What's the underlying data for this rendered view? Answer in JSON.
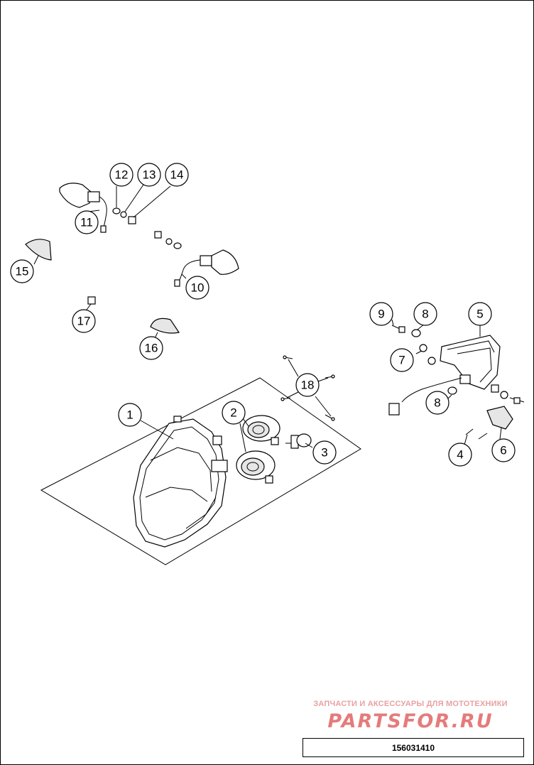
{
  "diagram_code": "156031410",
  "watermark": {
    "tagline": "ЗАПЧАСТИ И АКСЕССУАРЫ ДЛЯ МОТОТЕХНИКИ",
    "logo_text": "PARTSFOR.RU"
  },
  "callouts": {
    "c1": "1",
    "c2": "2",
    "c3": "3",
    "c4": "4",
    "c5": "5",
    "c6": "6",
    "c7": "7",
    "c8a": "8",
    "c8b": "8",
    "c9": "9",
    "c10": "10",
    "c11": "11",
    "c12": "12",
    "c13": "13",
    "c14": "14",
    "c15": "15",
    "c16": "16",
    "c17": "17",
    "c18": "18"
  }
}
